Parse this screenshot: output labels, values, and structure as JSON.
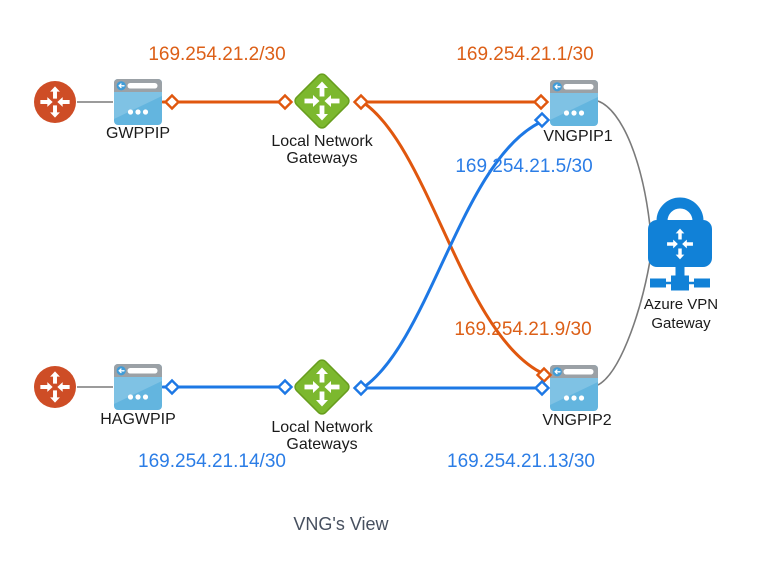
{
  "diagram": {
    "caption": "VNG's View",
    "nodes": {
      "gwppip": {
        "label": "GWPPIP"
      },
      "hagwpip": {
        "label": "HAGWPIP"
      },
      "vngpip1": {
        "label": "VNGPIP1"
      },
      "vngpip2": {
        "label": "VNGPIP2"
      },
      "lng_top": {
        "label": "Local Network\nGateways"
      },
      "lng_bottom": {
        "label": "Local Network\nGateways"
      },
      "azure_vpn_gateway": {
        "label": "Azure VPN\nGateway"
      }
    },
    "ip_labels": {
      "gwppip_link": {
        "text": "169.254.21.2/30",
        "color": "orange"
      },
      "vngpip1_primary": {
        "text": "169.254.21.1/30",
        "color": "orange"
      },
      "vngpip1_secondary": {
        "text": "169.254.21.5/30",
        "color": "blue"
      },
      "vngpip2_primary": {
        "text": "169.254.21.9/30",
        "color": "orange"
      },
      "hagwpip_link": {
        "text": "169.254.21.14/30",
        "color": "blue"
      },
      "vngpip2_secondary": {
        "text": "169.254.21.13/30",
        "color": "blue"
      }
    },
    "colors": {
      "orange": "#E0570E",
      "orange_text": "#DC5F17",
      "blue": "#1D78E5",
      "blue_text": "#2B7DE6",
      "green": "#7CB82E",
      "green_dark": "#689E1E",
      "azure_blue": "#1181D7",
      "router_orange": "#CE4D26",
      "server_blue": "#63B5DF",
      "server_bar_gray": "#9BA1A6",
      "gray": "#7A7A7A",
      "caption_color": "#47505F"
    }
  }
}
